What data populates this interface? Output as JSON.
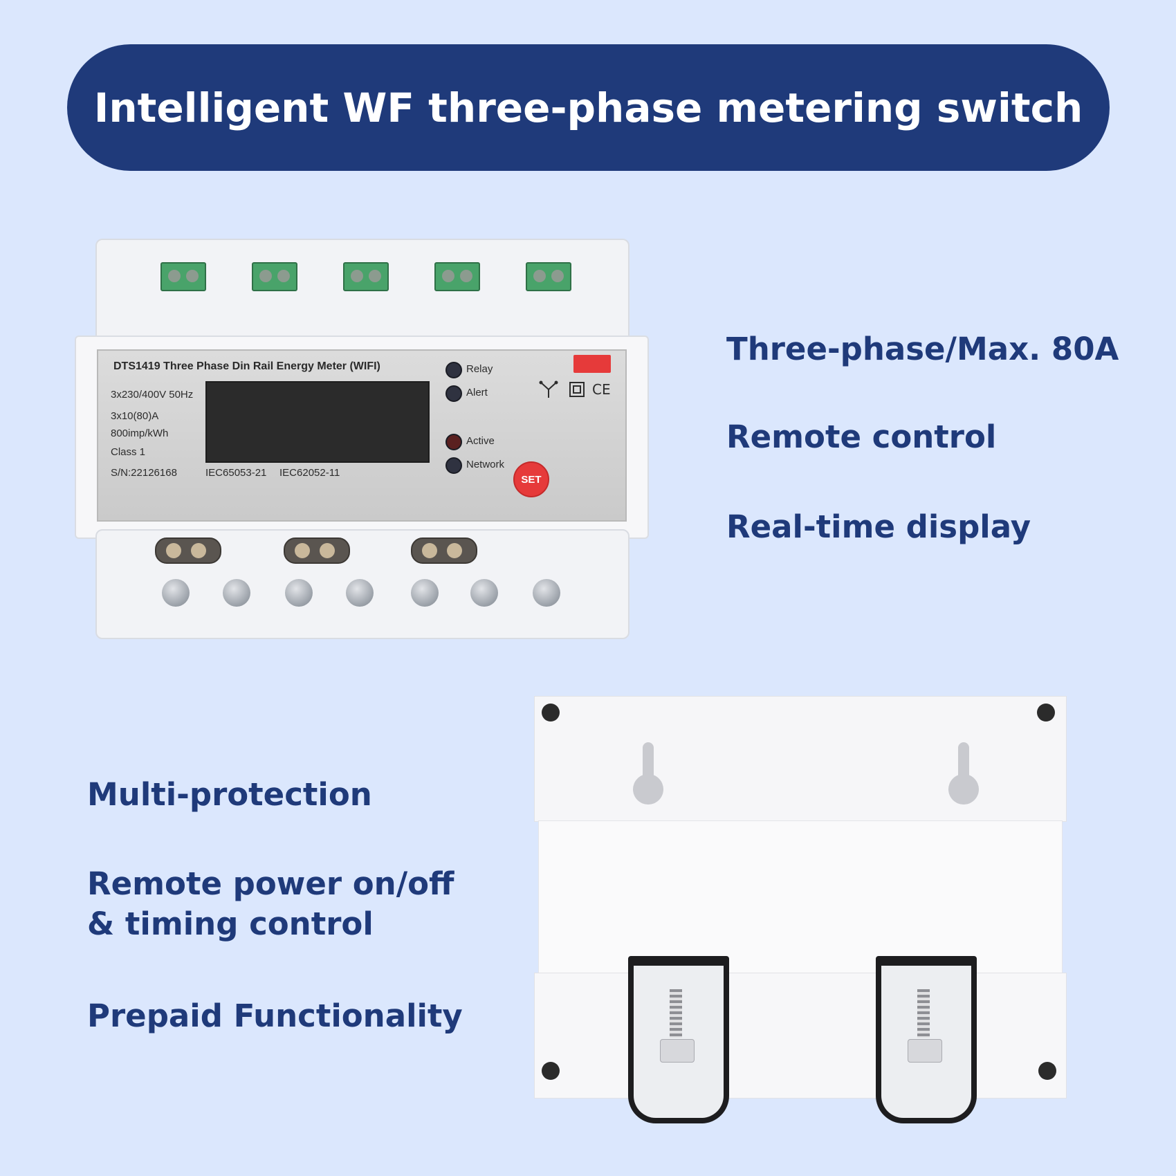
{
  "banner": {
    "title": "Intelligent WF three-phase metering switch"
  },
  "features_right": [
    {
      "label": "Three-phase/Max. 80A"
    },
    {
      "label": "Remote control"
    },
    {
      "label": "Real-time display"
    }
  ],
  "features_left": [
    {
      "label": "Multi-protection"
    },
    {
      "label": "Remote power on/off & timing control"
    },
    {
      "label": "Prepaid Functionality"
    }
  ],
  "meter": {
    "title": "DTS1419 Three Phase Din Rail Energy Meter (WIFI)",
    "specs": [
      "3x230/400V 50Hz",
      "3x10(80)A",
      "800imp/kWh",
      "Class 1",
      "S/N:22126168"
    ],
    "standards": [
      "IEC65053-21",
      "IEC62052-11"
    ],
    "indicators": [
      "Relay",
      "Alert",
      "Active",
      "Network"
    ],
    "set_button": "SET",
    "cert_mark": "CE"
  },
  "colors": {
    "background": "#dbe7fd",
    "banner": "#1f3a7a",
    "feature_text": "#1f3a7a",
    "terminal": "#49a36a",
    "set_button": "#e63a3a"
  }
}
